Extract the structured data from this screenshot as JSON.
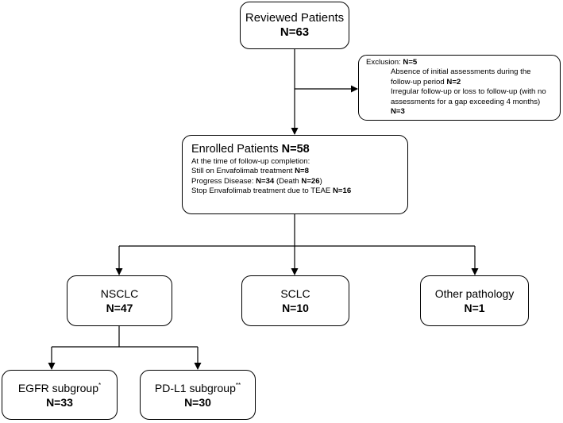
{
  "reviewed": {
    "label": "Reviewed Patients",
    "count": "N=63"
  },
  "exclusion": {
    "label": "Exclusion:",
    "count": "N=5",
    "reason1_text": "Absence of initial assessments during the follow-up period",
    "reason1_count": "N=2",
    "reason2_text": "Irregular follow-up or loss to follow-up (with no assessments for a gap exceeding 4 months)",
    "reason2_count": "N=3"
  },
  "enrolled": {
    "label": "Enrolled Patients",
    "count": "N=58",
    "line1": "At the time of follow-up completion:",
    "line2_text": "Still on Envafolimab treatment",
    "line2_count": "N=8",
    "line3_text": "Progress Disease:",
    "line3_count": "N=34",
    "line3_paren_open": "(Death",
    "line3_death_count": "N=26",
    "line3_paren_close": ")",
    "line4_text": "Stop Envafolimab treatment due to TEAE",
    "line4_count": "N=16"
  },
  "nsclc": {
    "label": "NSCLC",
    "count": "N=47"
  },
  "sclc": {
    "label": "SCLC",
    "count": "N=10"
  },
  "other": {
    "label": "Other pathology",
    "count": "N=1"
  },
  "egfr": {
    "label": "EGFR subgroup",
    "mark": "*",
    "count": "N=33"
  },
  "pdl1": {
    "label": "PD-L1 subgroup",
    "mark": "**",
    "count": "N=30"
  },
  "colors": {
    "line": "#000000",
    "background": "#ffffff"
  }
}
